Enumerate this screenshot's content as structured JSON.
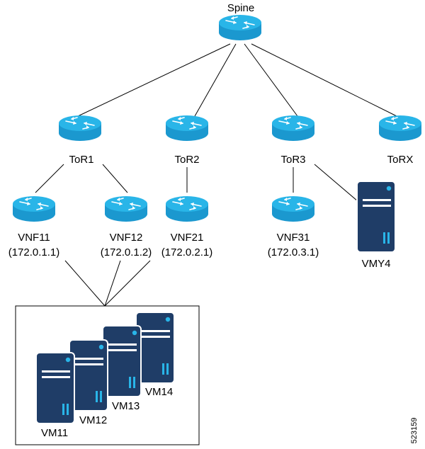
{
  "diagram": {
    "spine": {
      "label": "Spine"
    },
    "tors": [
      {
        "label": "ToR1"
      },
      {
        "label": "ToR2"
      },
      {
        "label": "ToR3"
      },
      {
        "label": "ToRX"
      }
    ],
    "vnfs": [
      {
        "name": "VNF11",
        "ip": "(172.0.1.1)"
      },
      {
        "name": "VNF12",
        "ip": "(172.0.1.2)"
      },
      {
        "name": "VNF21",
        "ip": "(172.0.2.1)"
      },
      {
        "name": "VNF31",
        "ip": "(172.0.3.1)"
      }
    ],
    "server_vmy4": {
      "label": "VMY4"
    },
    "vm_group": [
      {
        "label": "VM11"
      },
      {
        "label": "VM12"
      },
      {
        "label": "VM13"
      },
      {
        "label": "VM14"
      }
    ],
    "figure_id": "523159"
  },
  "colors": {
    "router_top": "#29b5e8",
    "router_side": "#1b98cf",
    "router_arrows": "#ffffff",
    "server_body": "#1f3d67",
    "server_accent": "#29b5e8",
    "line": "#000000"
  }
}
